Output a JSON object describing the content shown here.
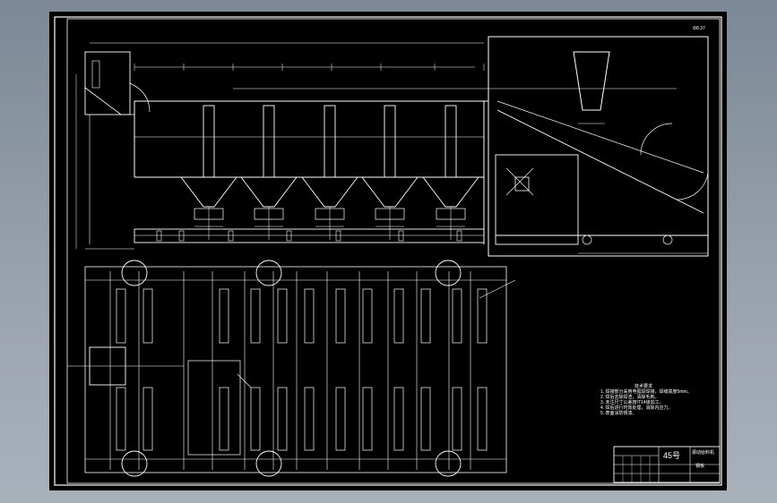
{
  "drawing": {
    "sheet_tag": "Φ8.37",
    "part_no": "45号",
    "title_block_label": "振动给料机",
    "title_block_sub": "钢板",
    "notes_title": "技术要求",
    "notes": [
      "1. 焊接部分采用电弧焊焊接，焊缝高度5mm。",
      "2. 焊后去除焊渣，清除毛刺。",
      "3. 未注尺寸公差按IT14级加工。",
      "4. 焊后进行时效处理，消除内应力。",
      "5. 表面涂防锈漆。"
    ],
    "colors": {
      "background": "#000000",
      "line": "#ffffff",
      "frame_bg": "#8d97a3"
    }
  }
}
